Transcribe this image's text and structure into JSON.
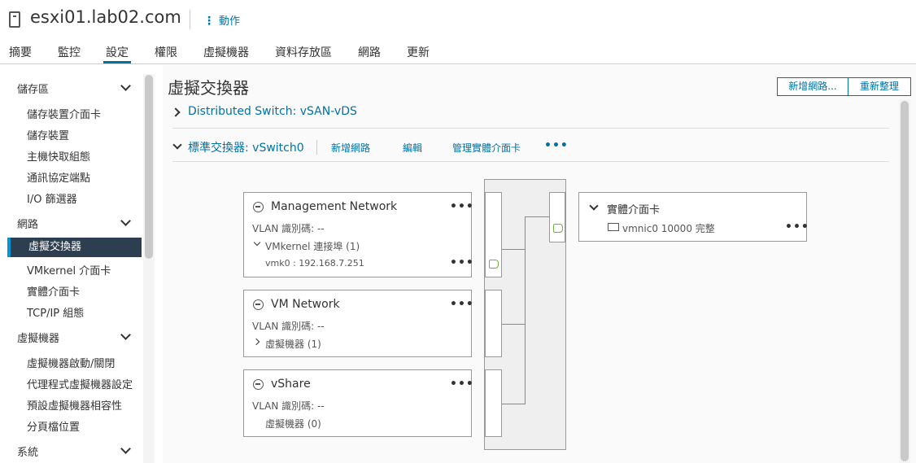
{
  "header": {
    "host_name": "esxi01.lab02.com",
    "actions_label": "動作"
  },
  "tabs": [
    {
      "label": "摘要",
      "active": false
    },
    {
      "label": "監控",
      "active": false
    },
    {
      "label": "設定",
      "active": true
    },
    {
      "label": "權限",
      "active": false
    },
    {
      "label": "虛擬機器",
      "active": false
    },
    {
      "label": "資料存放區",
      "active": false
    },
    {
      "label": "網路",
      "active": false
    },
    {
      "label": "更新",
      "active": false
    }
  ],
  "sidebar": {
    "sections": [
      {
        "label": "儲存區",
        "items": [
          "儲存裝置介面卡",
          "儲存裝置",
          "主機快取組態",
          "通訊協定端點",
          "I/O 篩選器"
        ]
      },
      {
        "label": "網路",
        "items": [
          "虛擬交換器",
          "VMkernel 介面卡",
          "實體介面卡",
          "TCP/IP 組態"
        ]
      },
      {
        "label": "虛擬機器",
        "items": [
          "虛擬機器啟動/關閉",
          "代理程式虛擬機器設定",
          "預設虛擬機器相容性",
          "分頁檔位置"
        ]
      },
      {
        "label": "系統",
        "items": []
      }
    ],
    "active_item": "虛擬交換器"
  },
  "main": {
    "title": "虛擬交換器",
    "buttons": {
      "add_network": "新增網路...",
      "refresh": "重新整理"
    },
    "distributed_switch": "Distributed Switch: vSAN-vDS",
    "standard_switch": {
      "label": "標準交換器: vSwitch0",
      "actions": {
        "add_network": "新增網路",
        "edit": "編輯",
        "manage_nics": "管理實體介面卡"
      },
      "more": "•••"
    },
    "port_groups": [
      {
        "name": "Management Network",
        "vlan": "VLAN 識別碼: --",
        "sub_label": "VMkernel 連接埠 (1)",
        "detail": "vmk0 : 192.168.7.251",
        "more": "•••"
      },
      {
        "name": "VM Network",
        "vlan": "VLAN 識別碼: --",
        "sub_label": "虛擬機器 (1)",
        "more": "•••"
      },
      {
        "name": "vShare",
        "vlan": "VLAN 識別碼: --",
        "sub_label": "虛擬機器 (0)",
        "more": "•••"
      }
    ],
    "physical_adapters": {
      "title": "實體介面卡",
      "nic": "vmnic0 10000 完整",
      "more": "•••"
    },
    "colors": {
      "link": "#0072a3",
      "port": "#6db33f",
      "active_nav": "#2c3e50"
    }
  }
}
